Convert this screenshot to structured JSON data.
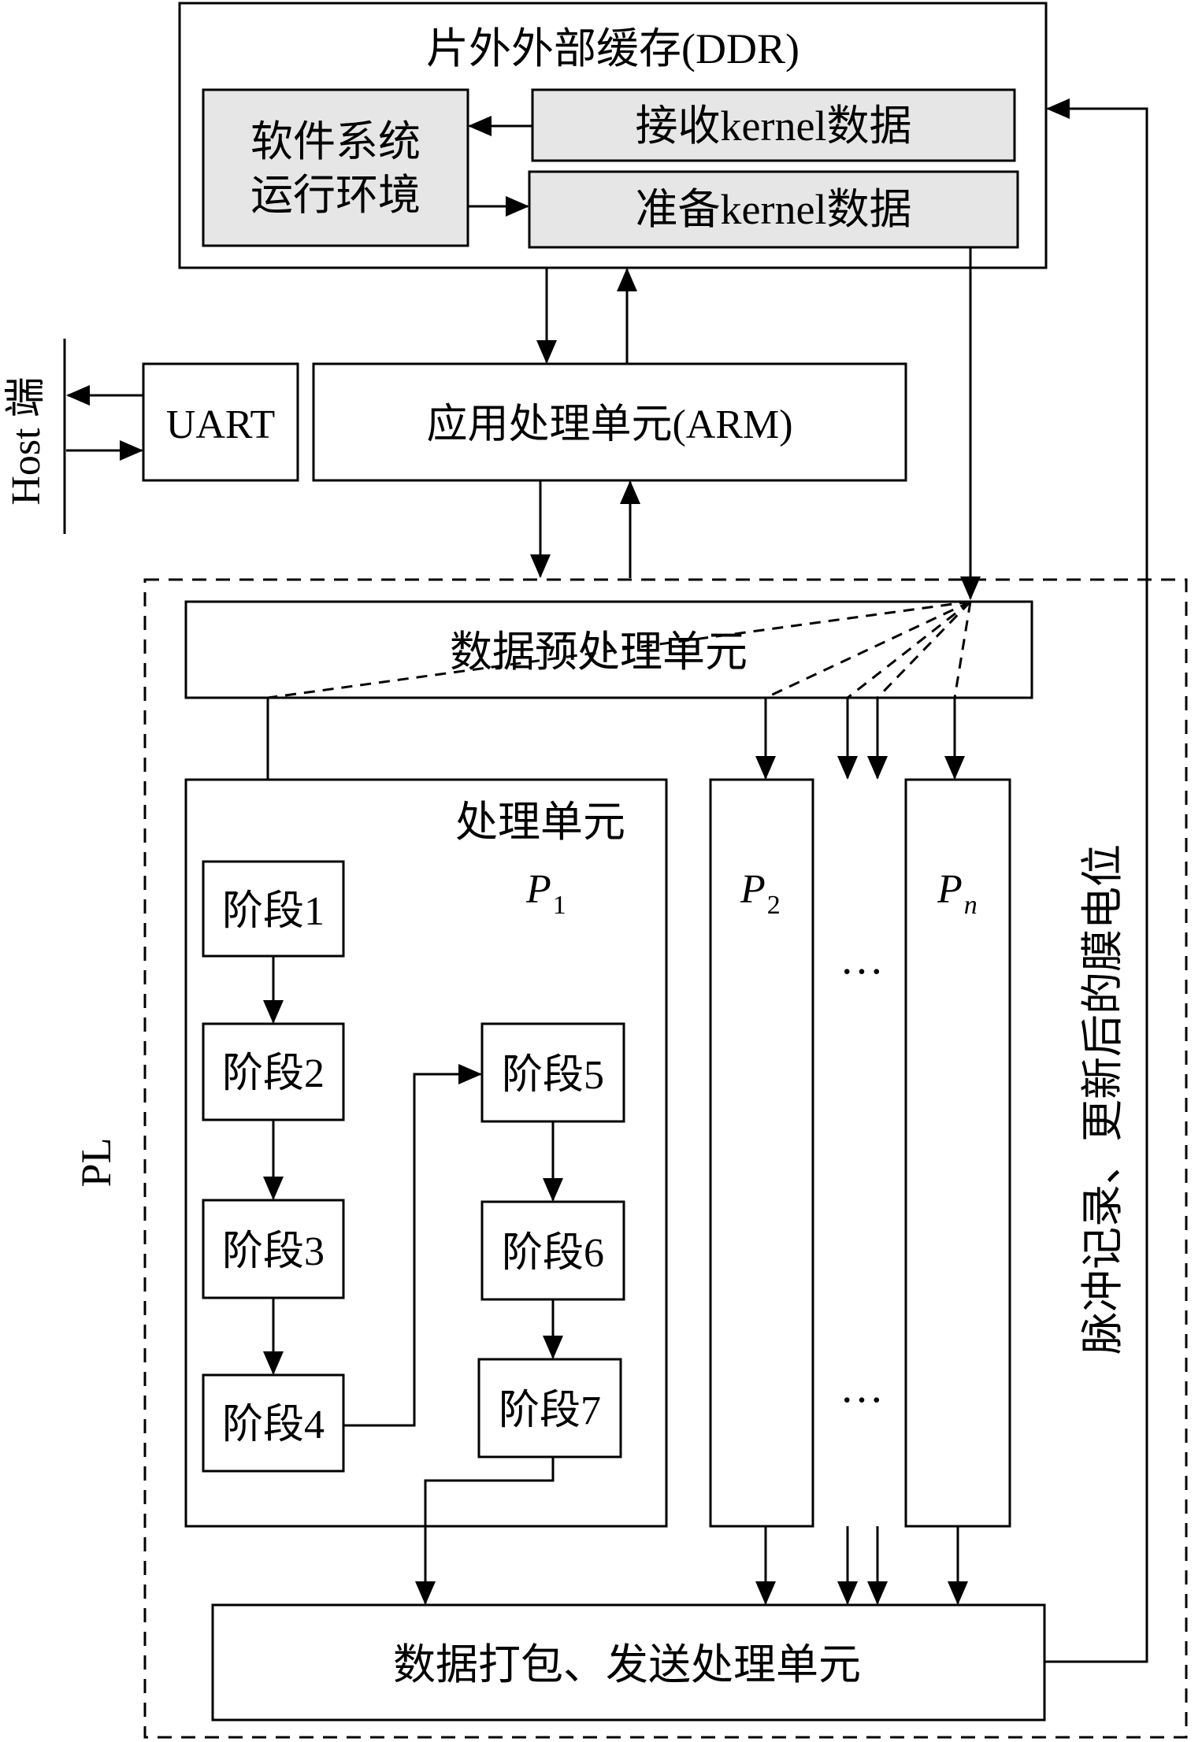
{
  "ddr": {
    "title": "片外外部缓存(DDR)",
    "software_env": [
      "软件系统",
      "运行环境"
    ],
    "receive_kernel": "接收kernel数据",
    "prepare_kernel": "准备kernel数据"
  },
  "host": {
    "label": "Host 端"
  },
  "uart": {
    "label": "UART"
  },
  "arm": {
    "label": "应用处理单元(ARM)"
  },
  "pl": {
    "label": "PL",
    "preprocess": "数据预处理单元",
    "processing_unit": {
      "title": "处理单元",
      "id_main": "P",
      "id_sub": "1",
      "stages": [
        "阶段1",
        "阶段2",
        "阶段3",
        "阶段4",
        "阶段5",
        "阶段6",
        "阶段7"
      ]
    },
    "p2": {
      "main": "P",
      "sub": "2"
    },
    "pn": {
      "main": "P",
      "sub": "n"
    },
    "ellipsis": "…",
    "pack_send": "数据打包、发送处理单元",
    "feedback_label": "脉冲记录、更新后的膜电位"
  }
}
